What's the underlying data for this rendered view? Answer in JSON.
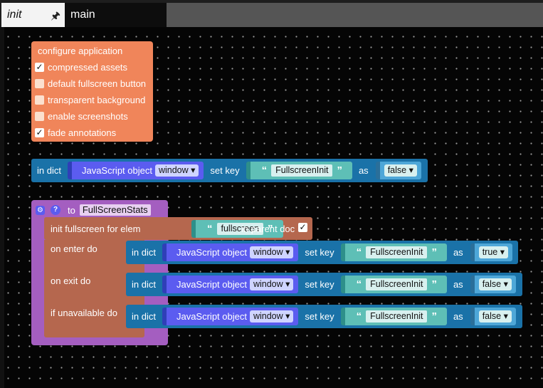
{
  "tabs": [
    {
      "label": "init",
      "active": true
    },
    {
      "label": "main",
      "active": false
    }
  ],
  "configure": {
    "title": "configure application",
    "options": [
      {
        "label": "compressed assets",
        "checked": true
      },
      {
        "label": "default fullscreen button",
        "checked": false
      },
      {
        "label": "transparent background",
        "checked": false
      },
      {
        "label": "enable screenshots",
        "checked": false
      },
      {
        "label": "fade annotations",
        "checked": true
      }
    ]
  },
  "checkmark": "✓",
  "dict_block": {
    "in_dict": "in dict",
    "js_object": "JavaScript object",
    "window": "window",
    "set_key": "set key",
    "key": "FullscreenInit",
    "as": "as",
    "value": "false"
  },
  "procedure": {
    "to": "to",
    "name": "FullScreenStats",
    "init": "init fullscreen for elem",
    "elem": "fullscreen",
    "in_parent_doc": "in parent doc",
    "on_enter": "on enter do",
    "on_exit": "on exit do",
    "if_unavailable": "if unavailable do",
    "enter_value": "true",
    "exit_value": "false",
    "unavailable_value": "false"
  },
  "quote_open": "“",
  "quote_close": "”",
  "dropdown_arrow": "▾",
  "colors": {
    "config": "#f0855a",
    "dict": "#1a72a8",
    "js_object": "#5b5cf0",
    "string": "#5ebfb6",
    "procedure": "#a45ec0",
    "fullscreen": "#b5674e"
  }
}
